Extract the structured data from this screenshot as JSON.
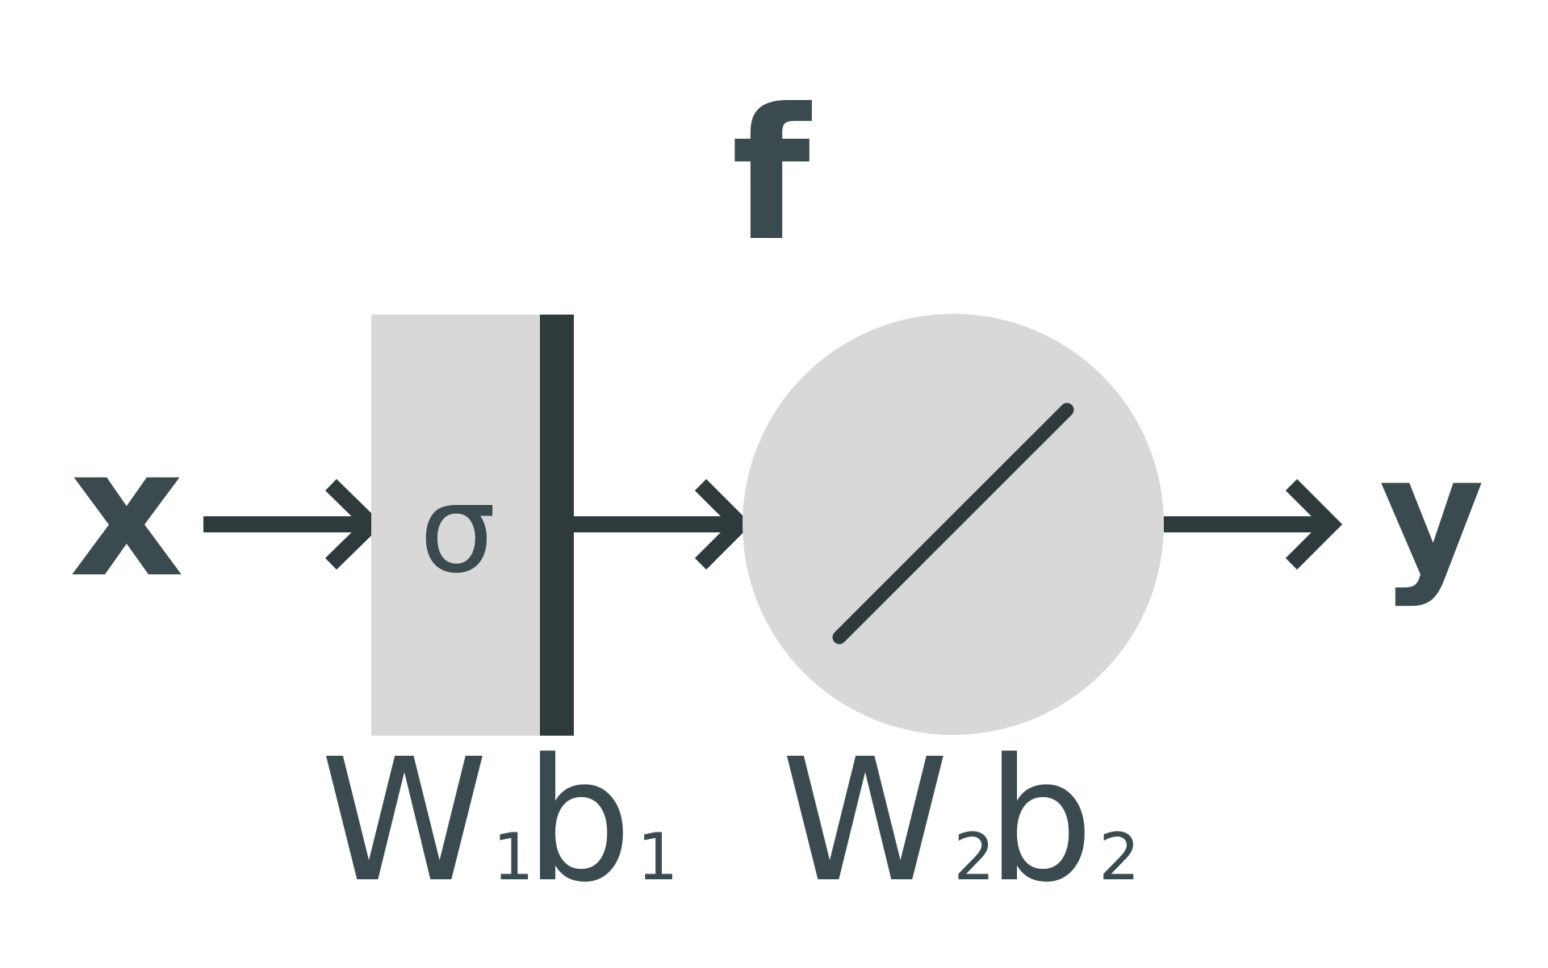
{
  "title": "f",
  "input_label": "x",
  "output_label": "y",
  "layer1": {
    "activation": "σ",
    "weight_base": "W",
    "weight_sub": "1",
    "bias_base": "b",
    "bias_sub": "1"
  },
  "layer2": {
    "activation": "linear",
    "weight_base": "W",
    "weight_sub": "2",
    "bias_base": "b",
    "bias_sub": "2"
  },
  "colors": {
    "text": "#3a4a4f",
    "stroke": "#2e3a3c",
    "fill": "#d8d8d8"
  }
}
